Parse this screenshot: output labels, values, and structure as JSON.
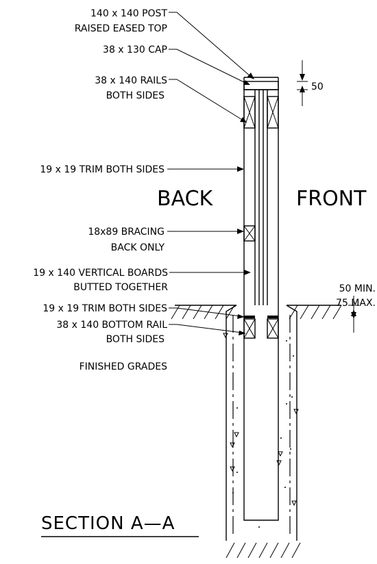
{
  "callouts": {
    "post_line1": "140 x 140 POST",
    "post_line2": "RAISED EASED TOP",
    "cap": "38 x 130 CAP",
    "rails_line1": "38 x 140 RAILS",
    "rails_line2": "BOTH SIDES",
    "trim_upper": "19 x 19 TRIM BOTH SIDES",
    "bracing_line1": "18x89 BRACING",
    "bracing_line2": "BACK ONLY",
    "boards_line1": "19 x 140 VERTICAL BOARDS",
    "boards_line2": "BUTTED TOGETHER",
    "trim_lower": "19 x 19 TRIM BOTH SIDES",
    "bottom_rail_line1": "38 x 140 BOTTOM RAIL",
    "bottom_rail_line2": "BOTH SIDES",
    "grades": "FINISHED GRADES"
  },
  "side_labels": {
    "back": "BACK",
    "front": "FRONT"
  },
  "dimensions": {
    "cap_height": "50",
    "clearance_min": "50 MIN.",
    "clearance_max": "75 MAX."
  },
  "section_title": "SECTION A—A"
}
